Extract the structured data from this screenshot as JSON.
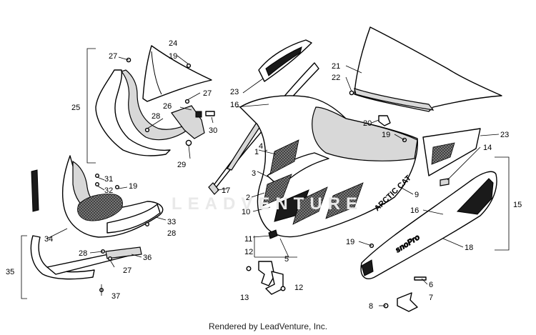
{
  "footer": {
    "rendered_by": "Rendered by LeadVenture, Inc."
  },
  "watermark": {
    "text": "LEADVENTURE"
  },
  "decal": {
    "brand": "ARCTIC CAT",
    "model": "snoPro"
  },
  "callouts": [
    {
      "id": "c27a",
      "label": "27"
    },
    {
      "id": "c24",
      "label": "24"
    },
    {
      "id": "c19a",
      "label": "19"
    },
    {
      "id": "c25",
      "label": "25"
    },
    {
      "id": "c27b",
      "label": "27"
    },
    {
      "id": "c26",
      "label": "26"
    },
    {
      "id": "c28a",
      "label": "28"
    },
    {
      "id": "c30",
      "label": "30"
    },
    {
      "id": "c29",
      "label": "29"
    },
    {
      "id": "c31",
      "label": "31"
    },
    {
      "id": "c32",
      "label": "32"
    },
    {
      "id": "c19b",
      "label": "19"
    },
    {
      "id": "c33",
      "label": "33"
    },
    {
      "id": "c28b",
      "label": "28"
    },
    {
      "id": "c34",
      "label": "34"
    },
    {
      "id": "c28c",
      "label": "28"
    },
    {
      "id": "c36",
      "label": "36"
    },
    {
      "id": "c27c",
      "label": "27"
    },
    {
      "id": "c35",
      "label": "35"
    },
    {
      "id": "c37",
      "label": "37"
    },
    {
      "id": "c23a",
      "label": "23"
    },
    {
      "id": "c16a",
      "label": "16"
    },
    {
      "id": "c1",
      "label": "1"
    },
    {
      "id": "c4",
      "label": "4"
    },
    {
      "id": "c3",
      "label": "3"
    },
    {
      "id": "c17",
      "label": "17"
    },
    {
      "id": "c2",
      "label": "2"
    },
    {
      "id": "c10",
      "label": "10"
    },
    {
      "id": "c11",
      "label": "11"
    },
    {
      "id": "c12a",
      "label": "12"
    },
    {
      "id": "c5",
      "label": "5"
    },
    {
      "id": "c13",
      "label": "13"
    },
    {
      "id": "c12b",
      "label": "12"
    },
    {
      "id": "c21",
      "label": "21"
    },
    {
      "id": "c22",
      "label": "22"
    },
    {
      "id": "c20",
      "label": "20"
    },
    {
      "id": "c19c",
      "label": "19"
    },
    {
      "id": "c23b",
      "label": "23"
    },
    {
      "id": "c14",
      "label": "14"
    },
    {
      "id": "c9",
      "label": "9"
    },
    {
      "id": "c16b",
      "label": "16"
    },
    {
      "id": "c15",
      "label": "15"
    },
    {
      "id": "c19d",
      "label": "19"
    },
    {
      "id": "c18",
      "label": "18"
    },
    {
      "id": "c6",
      "label": "6"
    },
    {
      "id": "c8",
      "label": "8"
    },
    {
      "id": "c7",
      "label": "7"
    }
  ]
}
